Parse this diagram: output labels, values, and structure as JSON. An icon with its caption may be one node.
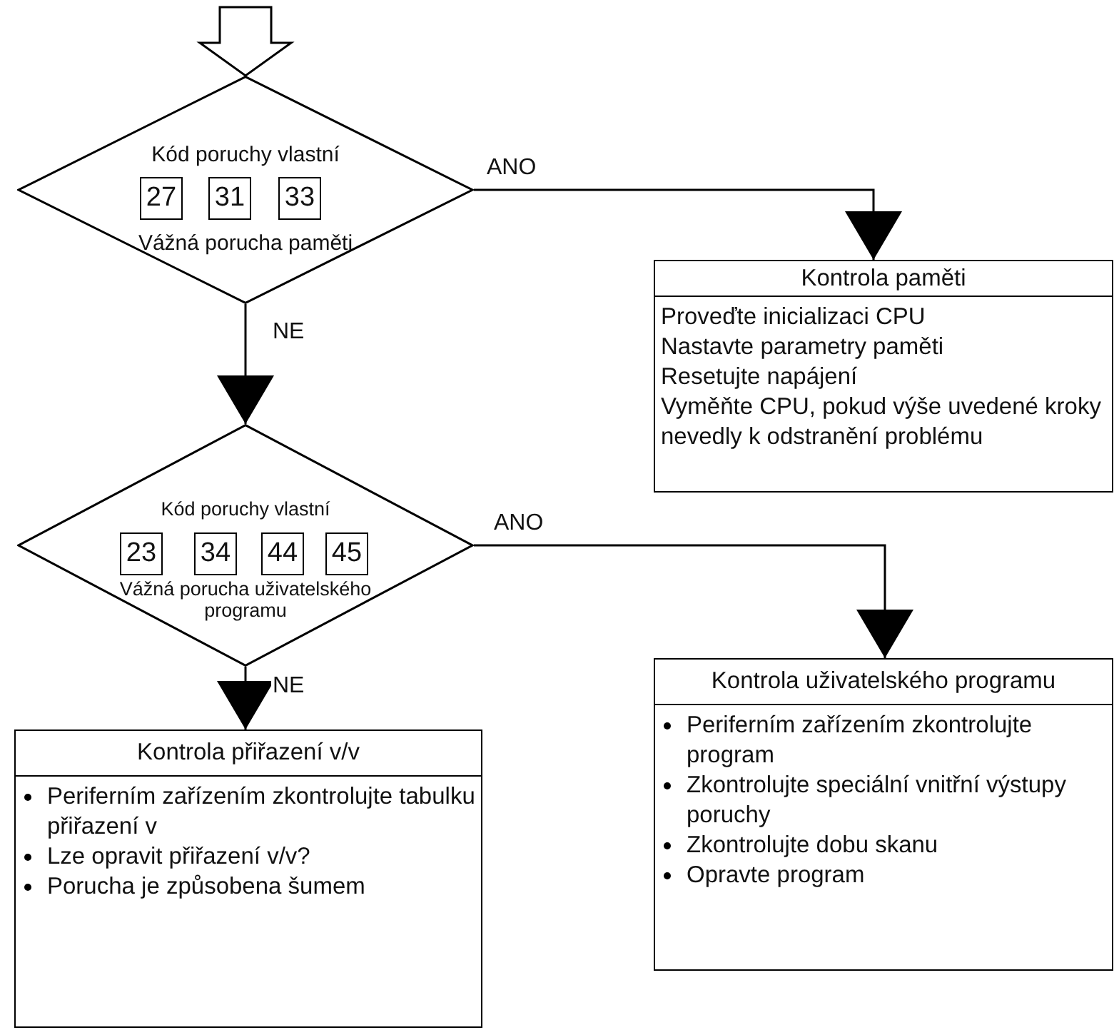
{
  "diagram": {
    "nodes": [
      {
        "text": [
          "Kód poruchy vlastní",
          "Vážná porucha paměti"
        ]
      },
      {
        "text": [
          "27"
        ],
        "in": 0
      },
      {
        "text": [
          "31"
        ],
        "in": 0
      },
      {
        "text": [
          "33"
        ],
        "in": 0
      },
      {
        "text": [
          "Kontrola paměti",
          "Proveďte inicializaci CPU",
          "Nastavte parametry paměti",
          "Resetujte napájení",
          "Vyměňte CPU, pokud výše uvedené kroky nevedly k odstranění problému"
        ]
      },
      {
        "text": [
          "Kód poruchy vlastní",
          "Vážná porucha uživatelského programu"
        ]
      },
      {
        "text": [
          "23"
        ],
        "in": 5
      },
      {
        "text": [
          "34"
        ],
        "in": 5
      },
      {
        "text": [
          "44"
        ],
        "in": 5
      },
      {
        "text": [
          "45"
        ],
        "in": 5
      },
      {
        "text": [
          "Kontrola uživatelského programu",
          "Periferním zařízením zkontrolujte program",
          "Zkontrolujte speciální vnitřní výstupy poruchy",
          "Zkontrolujte dobu skanu",
          "Opravte program"
        ]
      },
      {
        "text": [
          "Kontrola přiřazení v/v",
          "Periferním zařízením zkontrolujte tabulku přiřazení v",
          "Lze opravit přiřazení v/v?",
          "Porucha je způsobena šumem"
        ]
      }
    ],
    "edges": [
      {
        "from": null,
        "to": 0,
        "arrow": "to"
      },
      {
        "from": 0,
        "to": 4,
        "arrow": "to",
        "label": "ANO"
      },
      {
        "from": 0,
        "to": 5,
        "arrow": "to",
        "label": "NE"
      },
      {
        "from": 5,
        "to": 10,
        "arrow": "to",
        "label": "ANO"
      },
      {
        "from": 5,
        "to": 11,
        "arrow": "to",
        "label": "NE"
      }
    ]
  }
}
